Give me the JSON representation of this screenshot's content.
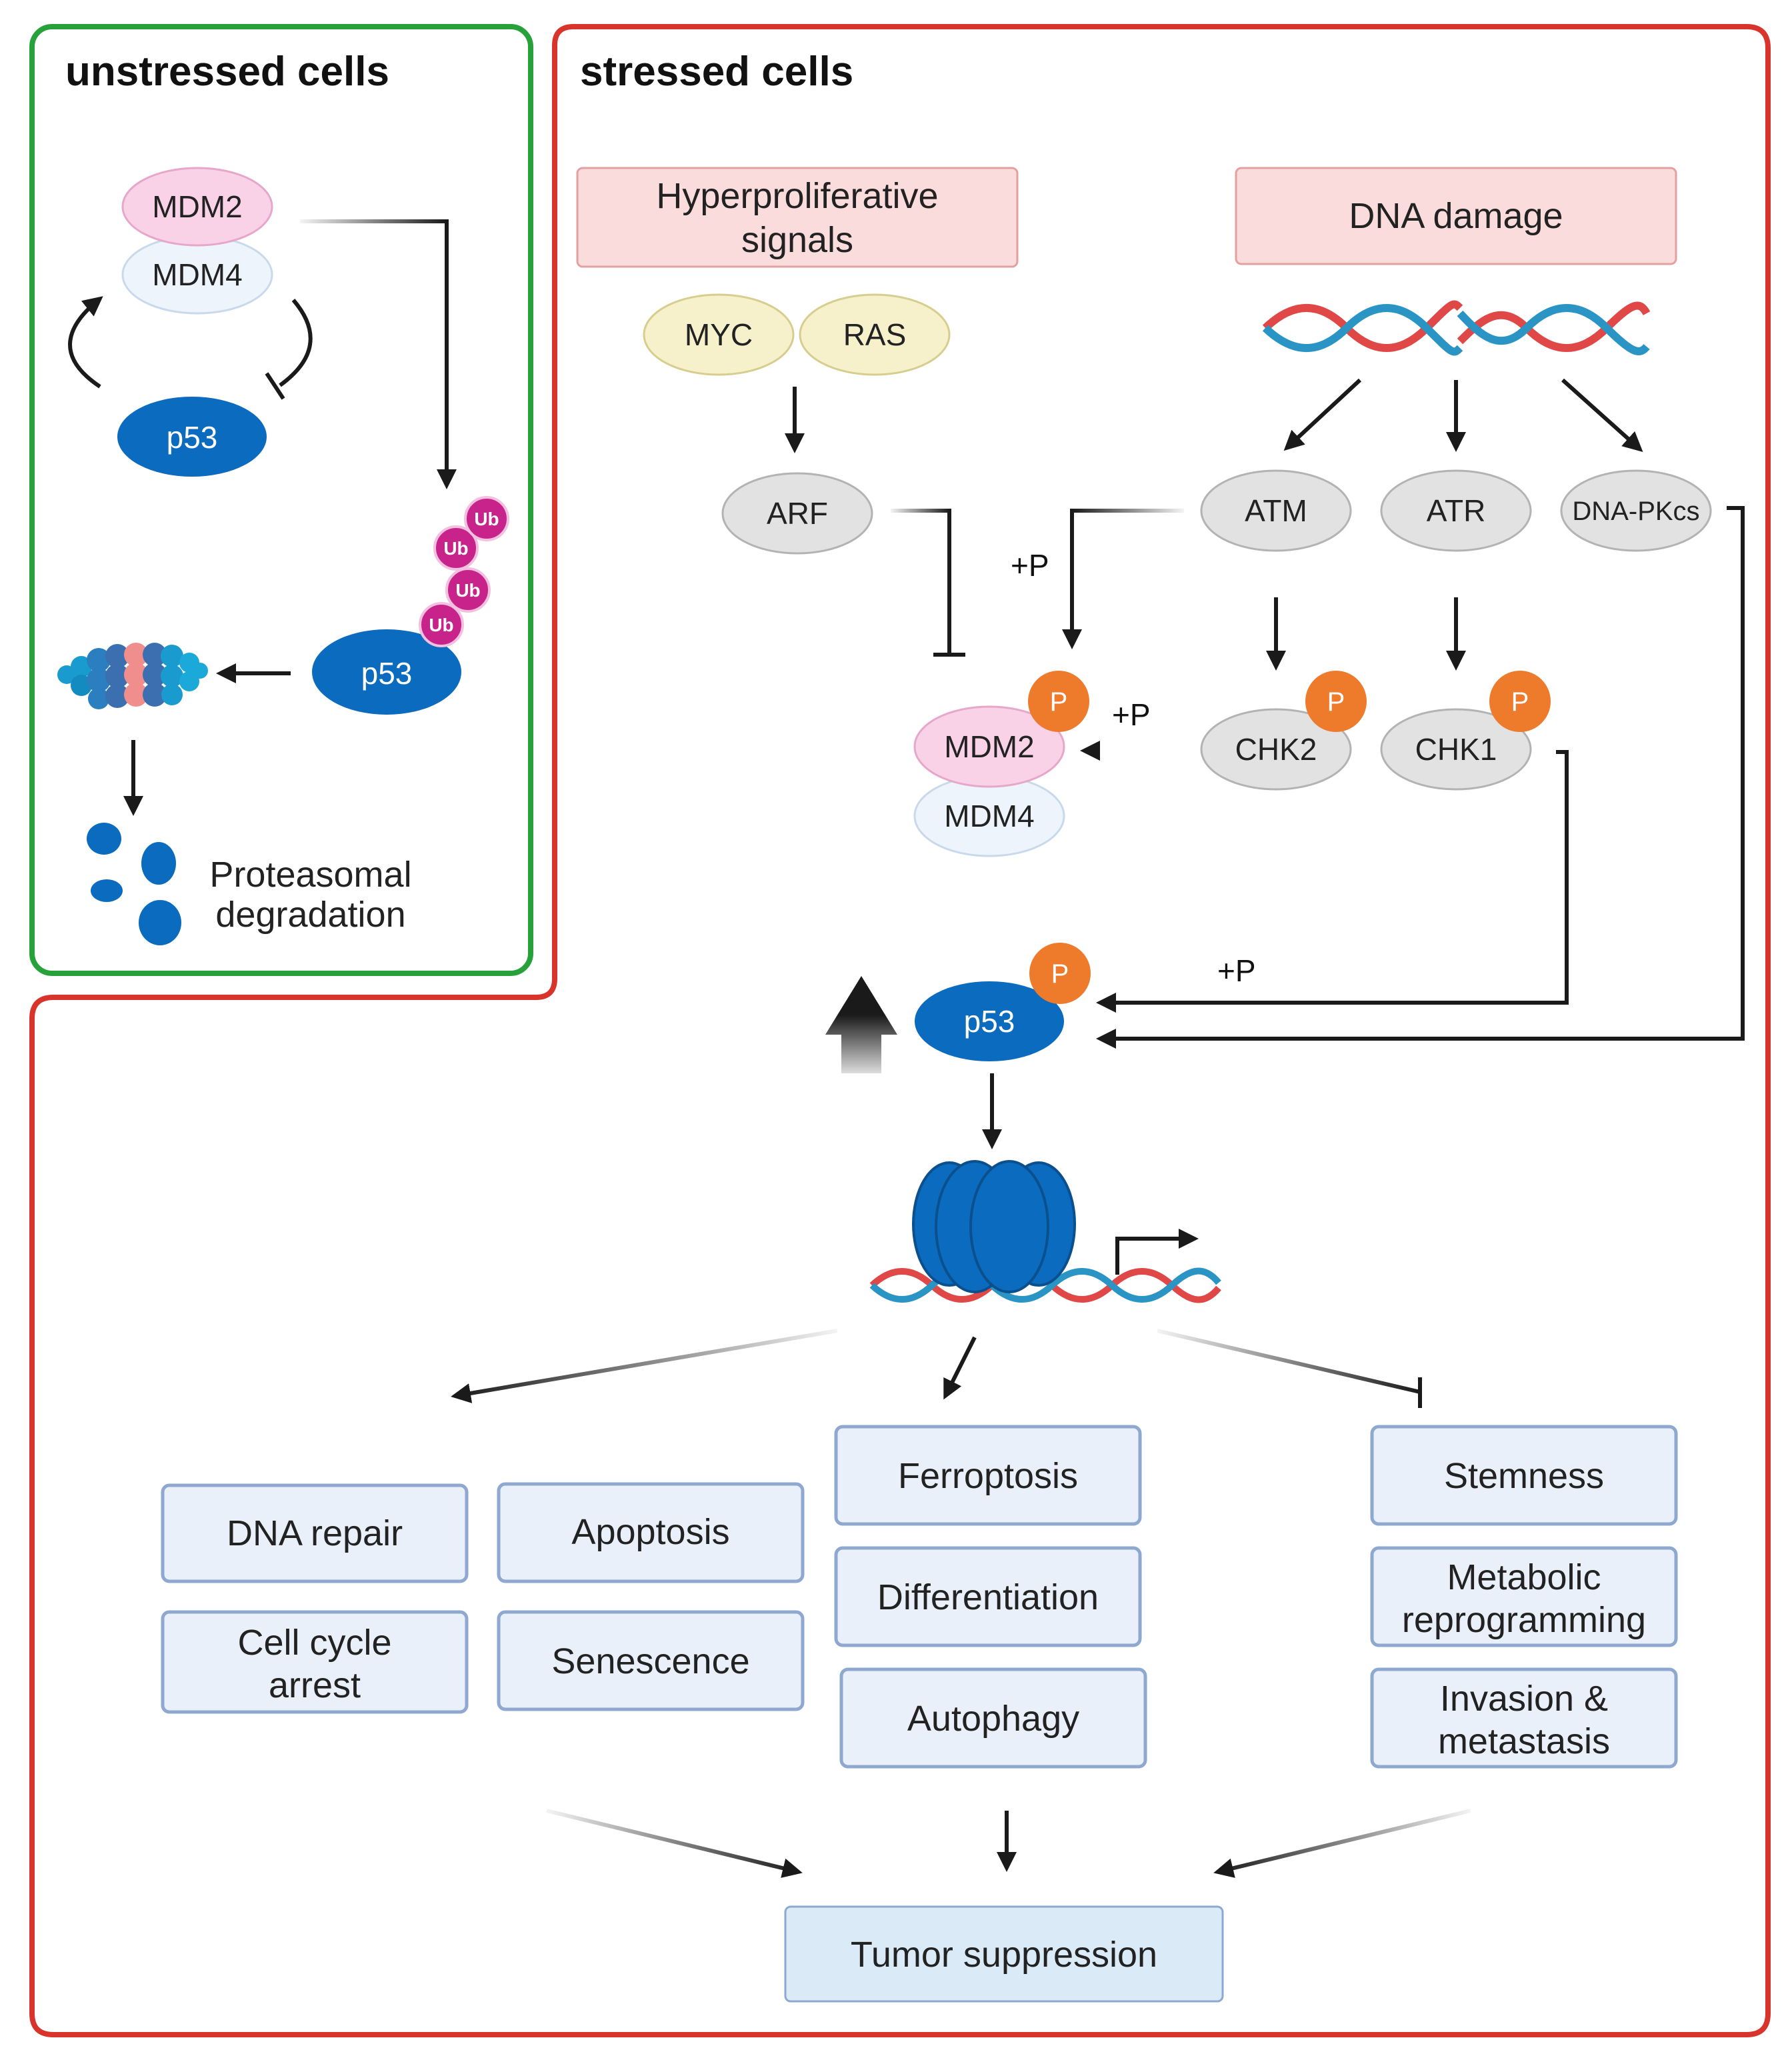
{
  "panels": {
    "unstressed_title": "unstressed cells",
    "stressed_title": "stressed cells"
  },
  "unstressed": {
    "mdm2": "MDM2",
    "mdm4": "MDM4",
    "p53_top": "p53",
    "p53_ub": "p53",
    "ub": "Ub",
    "degradation_line1": "Proteasomal",
    "degradation_line2": "degradation"
  },
  "stressed": {
    "hyper_line1": "Hyperproliferative",
    "hyper_line2": "signals",
    "dna_damage": "DNA damage",
    "myc": "MYC",
    "ras": "RAS",
    "arf": "ARF",
    "atm": "ATM",
    "atr": "ATR",
    "dnapkcs": "DNA-PKcs",
    "chk2": "CHK2",
    "chk1": "CHK1",
    "mdm2": "MDM2",
    "mdm4": "MDM4",
    "p53": "p53",
    "phospho": "P",
    "plus_p": "+P"
  },
  "outcomes": {
    "dna_repair": "DNA repair",
    "cell_cycle_line1": "Cell cycle",
    "cell_cycle_line2": "arrest",
    "apoptosis": "Apoptosis",
    "senescence": "Senescence",
    "ferroptosis": "Ferroptosis",
    "differentiation": "Differentiation",
    "autophagy": "Autophagy",
    "stemness": "Stemness",
    "metabolic_line1": "Metabolic",
    "metabolic_line2": "reprogramming",
    "invasion_line1": "Invasion &",
    "invasion_line2": "metastasis",
    "tumor_suppression": "Tumor suppression"
  },
  "colors": {
    "unstressed_border": "#27a23a",
    "stressed_border": "#d9342b",
    "p53_blue": "#0b6cbf",
    "mdm2_pink": "#f9d2e8",
    "mdm4_light": "#eef4fb",
    "signal_box": "#fadcdc",
    "signal_border": "#e3a0a0",
    "myc_ras": "#f6f1cb",
    "grey_node": "#e2e2e2",
    "phospho_orange": "#ee7a2c",
    "ub_magenta": "#c8238a",
    "outcome_fill": "#eaf0f9",
    "outcome_border": "#8ea8cf",
    "tumor_fill": "#daeaf6"
  }
}
